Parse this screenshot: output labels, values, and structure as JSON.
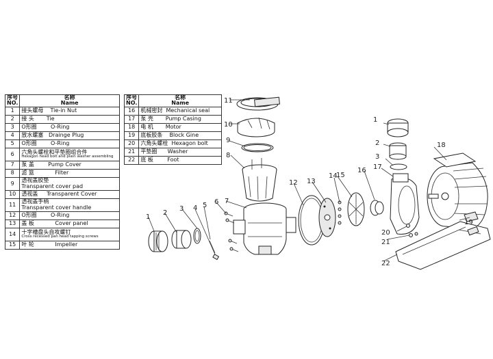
{
  "headers": {
    "no_cn": "序号",
    "no_en": "NO.",
    "name_cn": "名称",
    "name_en": "Name"
  },
  "left_rows": [
    {
      "no": "1",
      "cn": "接头螺母",
      "en": "Tie-in Nut"
    },
    {
      "no": "2",
      "cn": "接 头",
      "en": "Tie"
    },
    {
      "no": "3",
      "cn": "O形圈",
      "en": "O-Ring"
    },
    {
      "no": "4",
      "cn": "放水螺塞",
      "en": "Drainge Plug"
    },
    {
      "no": "5",
      "cn": "O形圈",
      "en": "O-Ring"
    },
    {
      "no": "6",
      "cn": "六角头螺栓和平垫圈组合件",
      "en": "Hexagon head bolt and plain washer assembling"
    },
    {
      "no": "7",
      "cn": "泵 盖",
      "en": "Pump Cover"
    },
    {
      "no": "8",
      "cn": "滤 篮",
      "en": "Filter"
    },
    {
      "no": "9",
      "cn": "透视盖胶垫",
      "en": "Transparent cover pad"
    },
    {
      "no": "10",
      "cn": "透视盖",
      "en": "Transparent Cover"
    },
    {
      "no": "11",
      "cn": "透视盖手柄",
      "en": "Transparent cover handle"
    },
    {
      "no": "12",
      "cn": "O形圈",
      "en": "O-Ring"
    },
    {
      "no": "13",
      "cn": "盖 板",
      "en": "Cover panel"
    },
    {
      "no": "14",
      "cn": "十字槽盘头自攻螺钉",
      "en": "Cross recessed pan head tapping screws"
    },
    {
      "no": "15",
      "cn": "叶 轮",
      "en": "Impeller"
    }
  ],
  "right_rows": [
    {
      "no": "16",
      "cn": "机械密封",
      "en": "Mechanical seal"
    },
    {
      "no": "17",
      "cn": "泵 壳",
      "en": "Pump Casing"
    },
    {
      "no": "18",
      "cn": "电 机",
      "en": "Motor"
    },
    {
      "no": "19",
      "cn": "底板胶条",
      "en": "Block Gine"
    },
    {
      "no": "20",
      "cn": "六角头螺栓",
      "en": "Hexagon bolt"
    },
    {
      "no": "21",
      "cn": "平垫圈",
      "en": "Washer"
    },
    {
      "no": "22",
      "cn": "底 板",
      "en": "Foot"
    }
  ],
  "callouts": [
    "1",
    "2",
    "3",
    "4",
    "5",
    "6",
    "7",
    "8",
    "9",
    "10",
    "11",
    "12",
    "13",
    "14",
    "15",
    "16",
    "17",
    "18",
    "19",
    "20",
    "21",
    "22",
    "1",
    "2",
    "3"
  ]
}
